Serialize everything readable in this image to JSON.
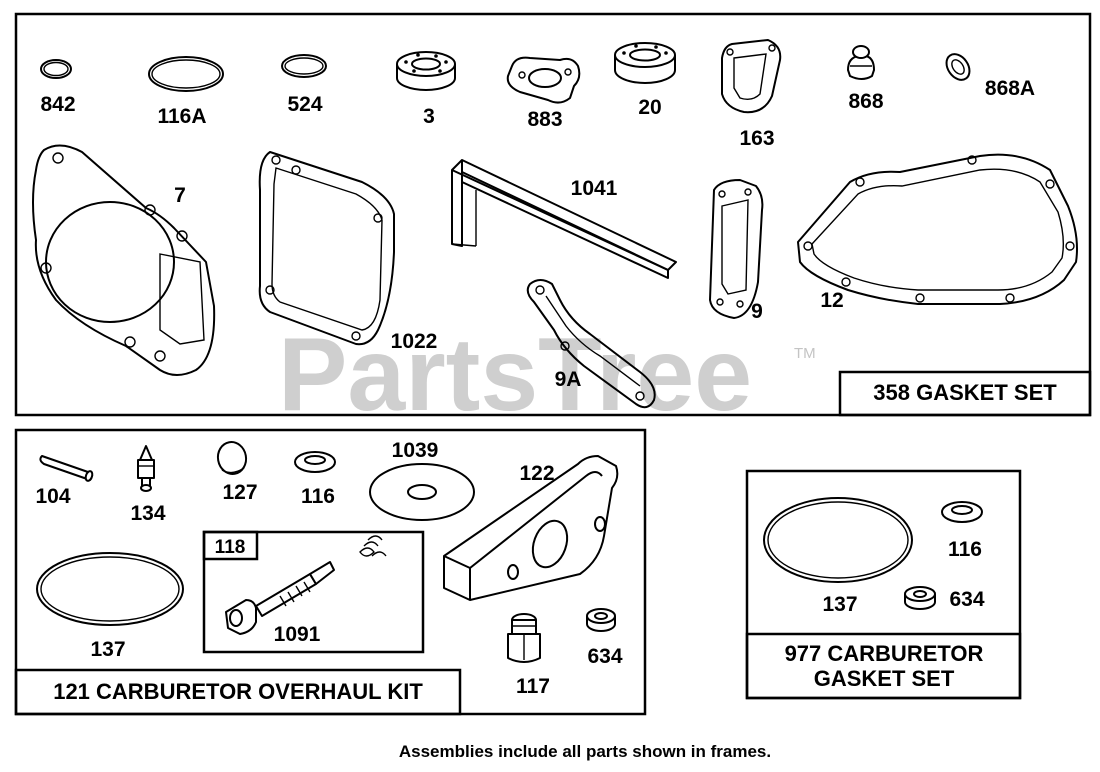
{
  "watermark": {
    "text": "PartsTree",
    "trademark": "TM"
  },
  "kits": {
    "gasket_set": "358 GASKET SET",
    "carb_overhaul_kit": "121 CARBURETOR OVERHAUL KIT",
    "carb_gasket_set_line1": "977 CARBURETOR",
    "carb_gasket_set_line2": "GASKET SET",
    "sub_kit_118": "118"
  },
  "parts": {
    "p842": "842",
    "p116A": "116A",
    "p524": "524",
    "p3": "3",
    "p883": "883",
    "p20": "20",
    "p163": "163",
    "p868": "868",
    "p868A": "868A",
    "p7": "7",
    "p1041": "1041",
    "p1022": "1022",
    "p9": "9",
    "p12": "12",
    "p9A": "9A",
    "p104": "104",
    "p134": "134",
    "p127": "127",
    "p116": "116",
    "p1039": "1039",
    "p122": "122",
    "p137": "137",
    "p1091": "1091",
    "p117": "117",
    "p634": "634",
    "p137b": "137",
    "p116b": "116",
    "p634b": "634"
  },
  "footer": {
    "note": "Assemblies include all parts shown in frames."
  }
}
